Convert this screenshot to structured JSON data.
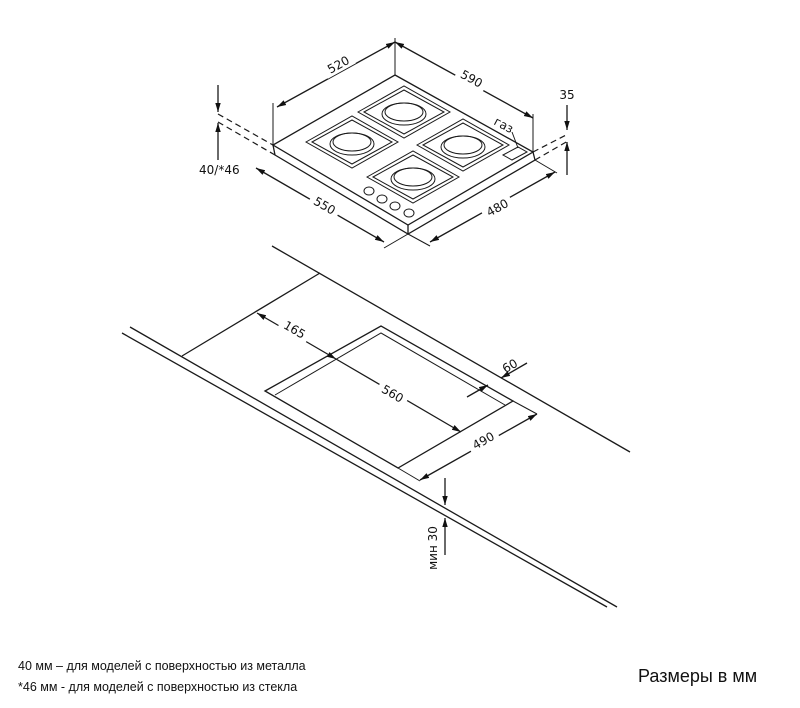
{
  "hob": {
    "dims": {
      "width_back": "520",
      "depth_right": "590",
      "height": "35",
      "insert_depth": "40/*46",
      "front_left": "550",
      "front_right": "480",
      "gas_label": "газ"
    }
  },
  "cutout": {
    "dims": {
      "front_offset": "165",
      "length": "560",
      "back_offset": "60",
      "width": "490",
      "min_thickness": "мин 30"
    }
  },
  "notes": [
    "40 мм – для моделей с поверхностью  из металла",
    "*46 мм - для моделей с поверхностью  из стекла"
  ],
  "units_label": "Размеры в мм"
}
